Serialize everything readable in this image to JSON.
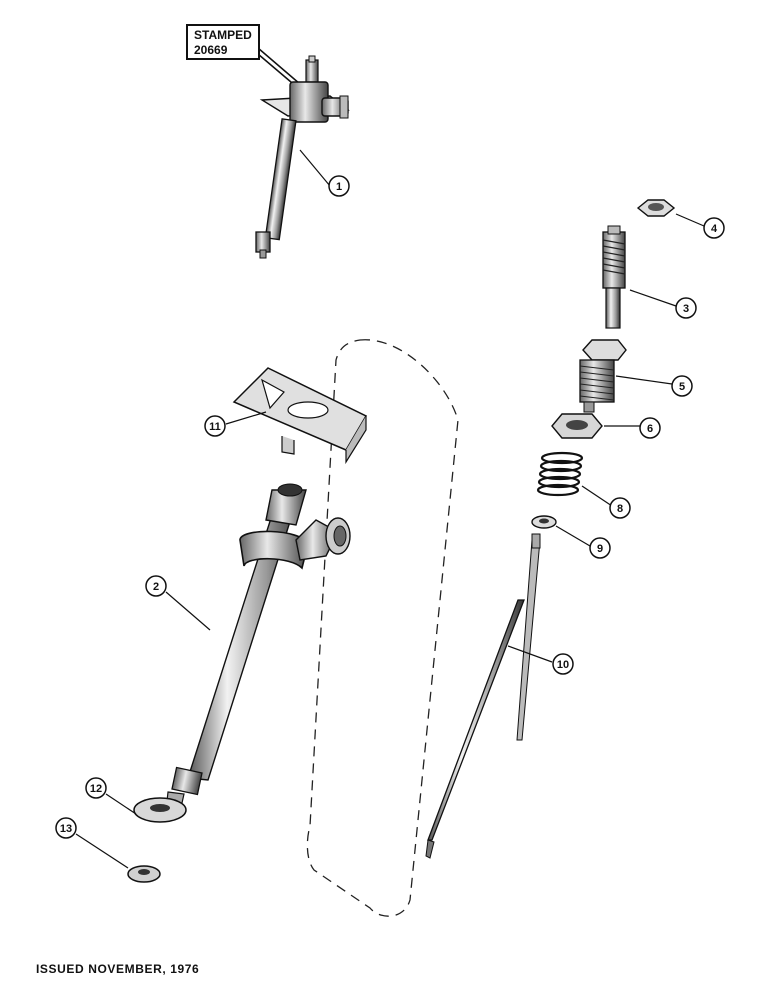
{
  "stamp": {
    "line1": "STAMPED",
    "line2": "20669"
  },
  "footer": "ISSUED NOVEMBER, 1976",
  "callouts": [
    "1",
    "2",
    "3",
    "4",
    "5",
    "6",
    "8",
    "9",
    "10",
    "11",
    "12",
    "13"
  ]
}
